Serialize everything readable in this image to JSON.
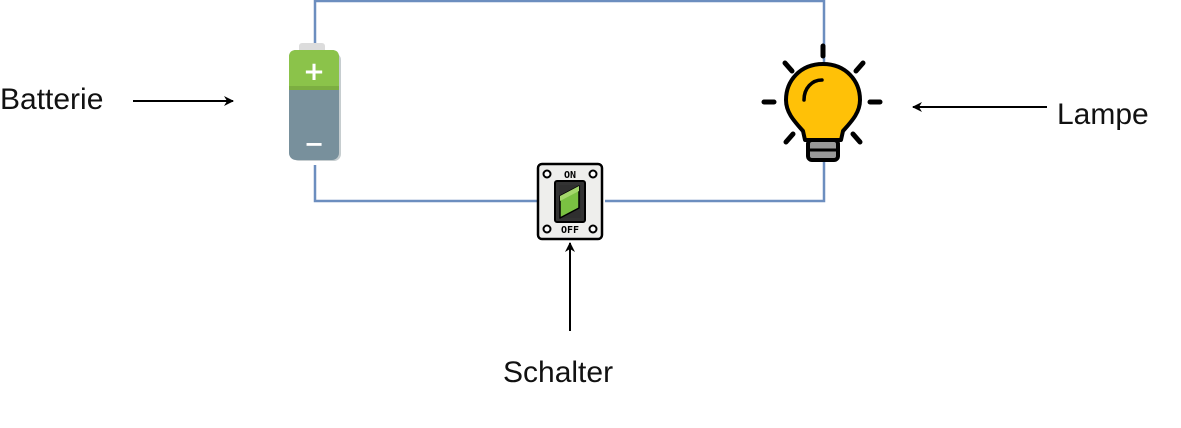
{
  "labels": {
    "battery": "Batterie",
    "lamp": "Lampe",
    "switch": "Schalter"
  },
  "battery": {
    "plus": "+",
    "minus": "−"
  },
  "switch": {
    "on": "ON",
    "off": "OFF"
  },
  "colors": {
    "wire": "#6c8ebf",
    "battery_top": "#8bc34a",
    "battery_bottom": "#78909c",
    "bulb": "#ffc107",
    "switch_lever": "#7ac142",
    "arrow": "#000000"
  },
  "icons": {
    "battery": "battery-icon",
    "lamp": "light-bulb-icon",
    "switch": "on-off-switch-icon"
  }
}
